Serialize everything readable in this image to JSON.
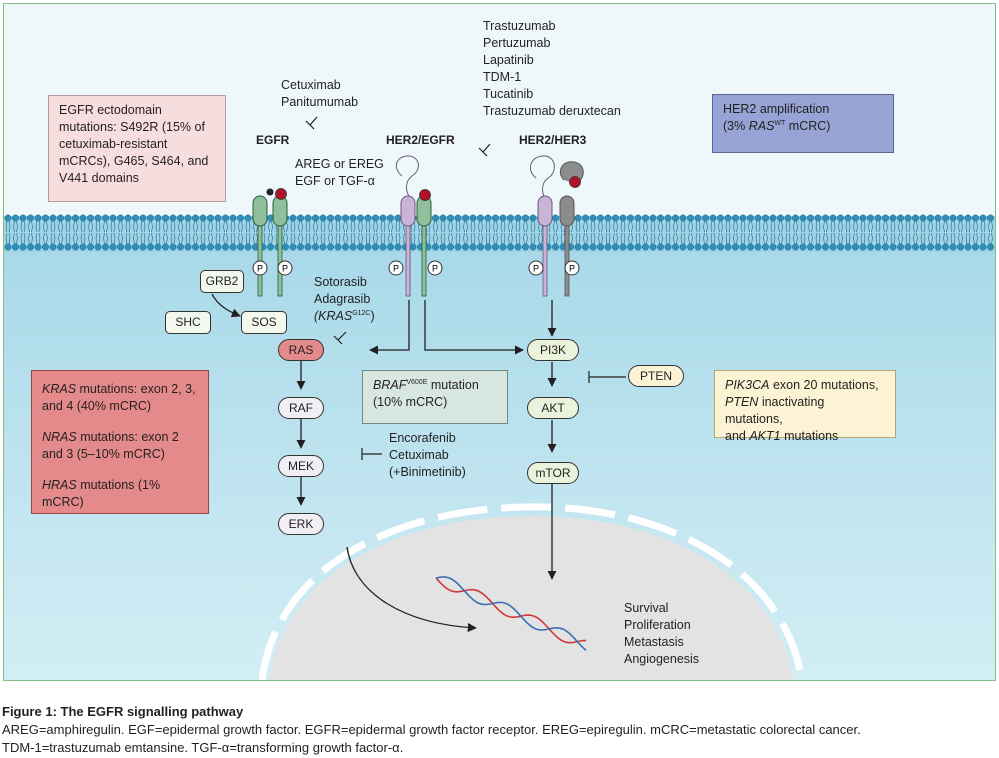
{
  "figure": {
    "receptor_labels": {
      "egfr": "EGFR",
      "her2_egfr": "HER2/EGFR",
      "her2_her3": "HER2/HER3"
    },
    "egfr_drugs": [
      "Cetuximab",
      "Panitumumab"
    ],
    "her2_drugs": [
      "Trastuzumab",
      "Pertuzumab",
      "Lapatinib",
      "TDM-1",
      "Tucatinib",
      "Trastuzumab deruxtecan"
    ],
    "ligands": [
      "AREG or EREG",
      "EGF or TGF-α"
    ],
    "phospho_label": "P",
    "egfr_ectodomain_box": {
      "text": "EGFR ectodomain mutations: S492R (15% of cetuximab-resistant mCRCs), G465, S464, and V441 domains",
      "lines": [
        "EGFR ectodomain",
        "mutations: S492R (15% of",
        "cetuximab-resistant",
        "mCRCs), G465, S464, and",
        "V441 domains"
      ]
    },
    "her2_box": {
      "line1": "HER2 amplification",
      "line2_prefix": "(3%",
      "ras": "RAS",
      "ras_sup": "WT",
      "line2_suffix": " mCRC)"
    },
    "adaptor_nodes": {
      "grb2": "GRB2",
      "shc": "SHC",
      "sos": "SOS"
    },
    "mapk_nodes": [
      "RAS",
      "RAF",
      "MEK",
      "ERK"
    ],
    "pi3k_nodes": [
      "PI3K",
      "AKT",
      "mTOR"
    ],
    "pten": "PTEN",
    "kras_inhibitors": {
      "line1": "Sotorasib",
      "line2": "Adagrasib",
      "kras": "(KRAS",
      "sup": "G12C",
      "close": ")"
    },
    "braf_box": {
      "gene": "BRAF",
      "sup": "V600E",
      "suffix": " mutation",
      "line2": "(10% mCRC)"
    },
    "braf_drugs": [
      "Encorafenib",
      "Cetuximab",
      "(+Binimetinib)"
    ],
    "ras_box": {
      "kras_gene": "KRAS",
      "kras_text": " mutations: exon 2, 3,",
      "kras_line2": "and 4 (40% mCRC)",
      "nras_gene": "NRAS",
      "nras_text": " mutations: exon 2",
      "nras_line2": "and 3 (5–10% mCRC)",
      "hras_gene": "HRAS",
      "hras_text": " mutations (1% mCRC)"
    },
    "pik3ca_box": {
      "l1_gene": "PIK3CA",
      "l1_text": " exon 20 mutations,",
      "l2_gene": "PTEN",
      "l2_text": " inactivating mutations,",
      "l3_prefix": "and ",
      "l3_gene": "AKT1",
      "l3_text": " mutations"
    },
    "outcomes": [
      "Survival",
      "Proliferation",
      "Metastasis",
      "Angiogenesis"
    ],
    "colors": {
      "extracellular": "#eef8fb",
      "cytoplasm": "#bfe4ef",
      "nucleus": "#e6e6e6",
      "egfr_green": "#8fbf9b",
      "her2_lilac": "#c9b3d6",
      "her3_grey": "#8c8c8c",
      "ligand_red": "#b3102a",
      "ras_box": "#e58a8a",
      "her2_box": "#96a3d4",
      "pik3ca_box": "#fbf3d3",
      "egfr_box": "#f7dede",
      "braf_box": "#d8e6e0"
    }
  },
  "caption": {
    "title": "Figure 1: The EGFR signalling pathway",
    "line1": "AREG=amphiregulin. EGF=epidermal growth factor. EGFR=epidermal growth factor receptor. EREG=epiregulin. mCRC=metastatic colorectal cancer.",
    "line2": "TDM-1=trastuzumab emtansine. TGF-α=transforming growth factor-α."
  }
}
